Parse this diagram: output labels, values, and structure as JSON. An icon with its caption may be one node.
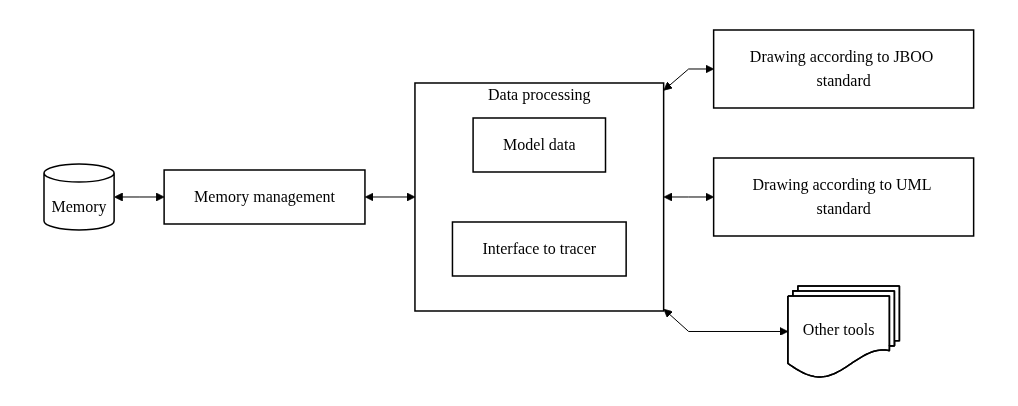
{
  "diagram": {
    "nodes": [
      {
        "text": [
          "Memory"
        ]
      },
      {
        "text": [
          "Memory management"
        ]
      },
      {
        "text": [
          "Data processing"
        ]
      },
      {
        "text": [
          "Model data"
        ],
        "in": 2
      },
      {
        "text": [
          "Interface to tracer"
        ],
        "in": 2
      },
      {
        "text": [
          "Drawing according to JBOO standard"
        ]
      },
      {
        "text": [
          "Drawing according to UML standard"
        ]
      },
      {
        "text": [
          "Other tools"
        ]
      }
    ],
    "edges": [
      {
        "from": 0,
        "to": 1,
        "arrow": "both"
      },
      {
        "from": 1,
        "to": 2,
        "arrow": "both"
      },
      {
        "from": 2,
        "to": 5,
        "arrow": "both"
      },
      {
        "from": 2,
        "to": 6,
        "arrow": "both"
      },
      {
        "from": 2,
        "to": 7,
        "arrow": "both"
      }
    ]
  }
}
